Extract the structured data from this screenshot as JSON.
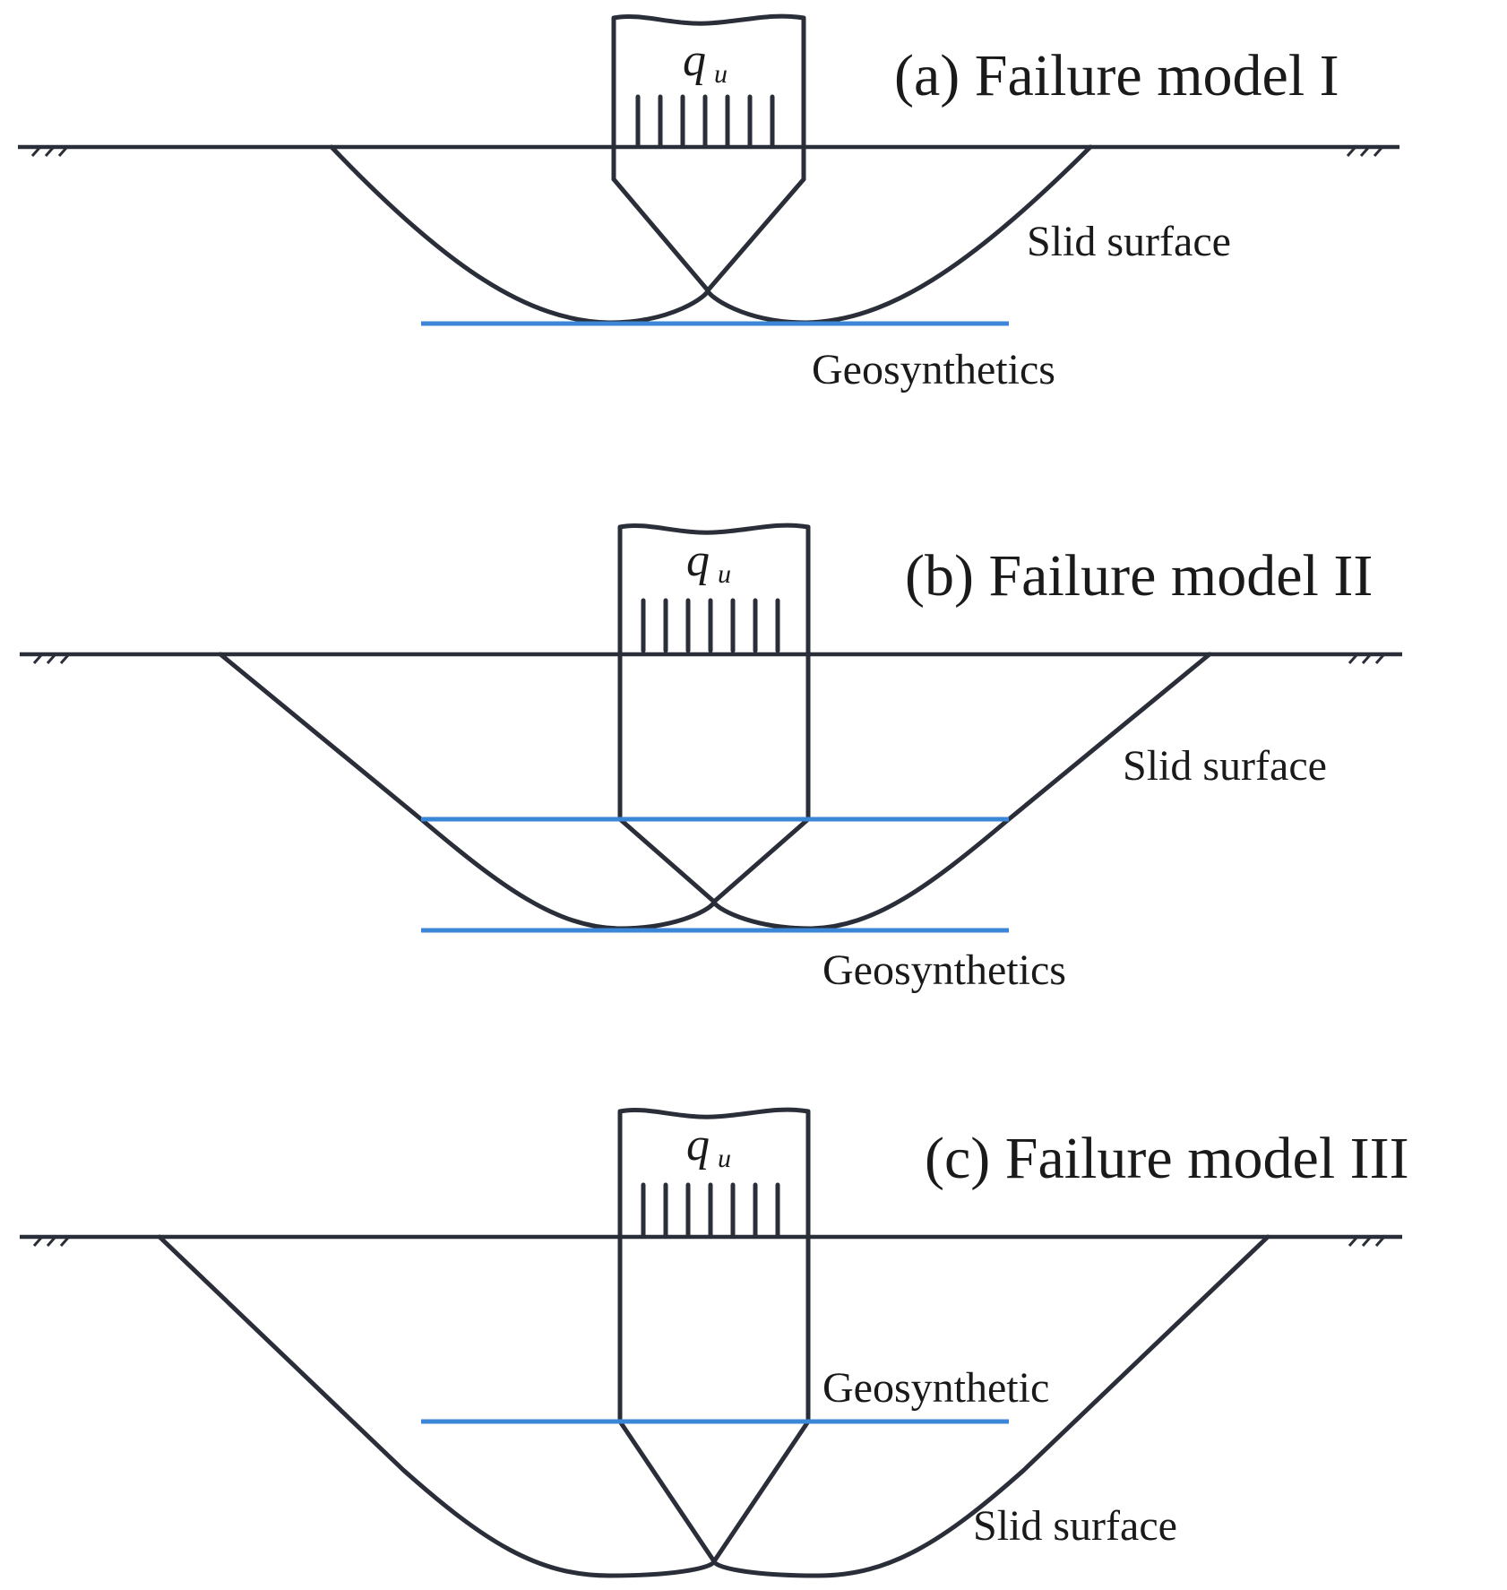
{
  "panels": [
    {
      "id": "a",
      "title": "(a) Failure model I",
      "load": {
        "symbol": "q",
        "subscript": "u"
      },
      "labels": {
        "slid_surface": "Slid surface",
        "geosynthetics": "Geosynthetics"
      }
    },
    {
      "id": "b",
      "title": "(b) Failure model II",
      "load": {
        "symbol": "q",
        "subscript": "u"
      },
      "labels": {
        "slid_surface": "Slid surface",
        "geosynthetics": "Geosynthetics"
      }
    },
    {
      "id": "c",
      "title": "(c) Failure model III",
      "load": {
        "symbol": "q",
        "subscript": "u"
      },
      "labels": {
        "slid_surface": "Slid surface",
        "geosynthetics": "Geosynthetic"
      }
    }
  ],
  "colors": {
    "ink": "#2a2e38",
    "geosynthetic": "#3b86d6",
    "background": "#ffffff"
  }
}
